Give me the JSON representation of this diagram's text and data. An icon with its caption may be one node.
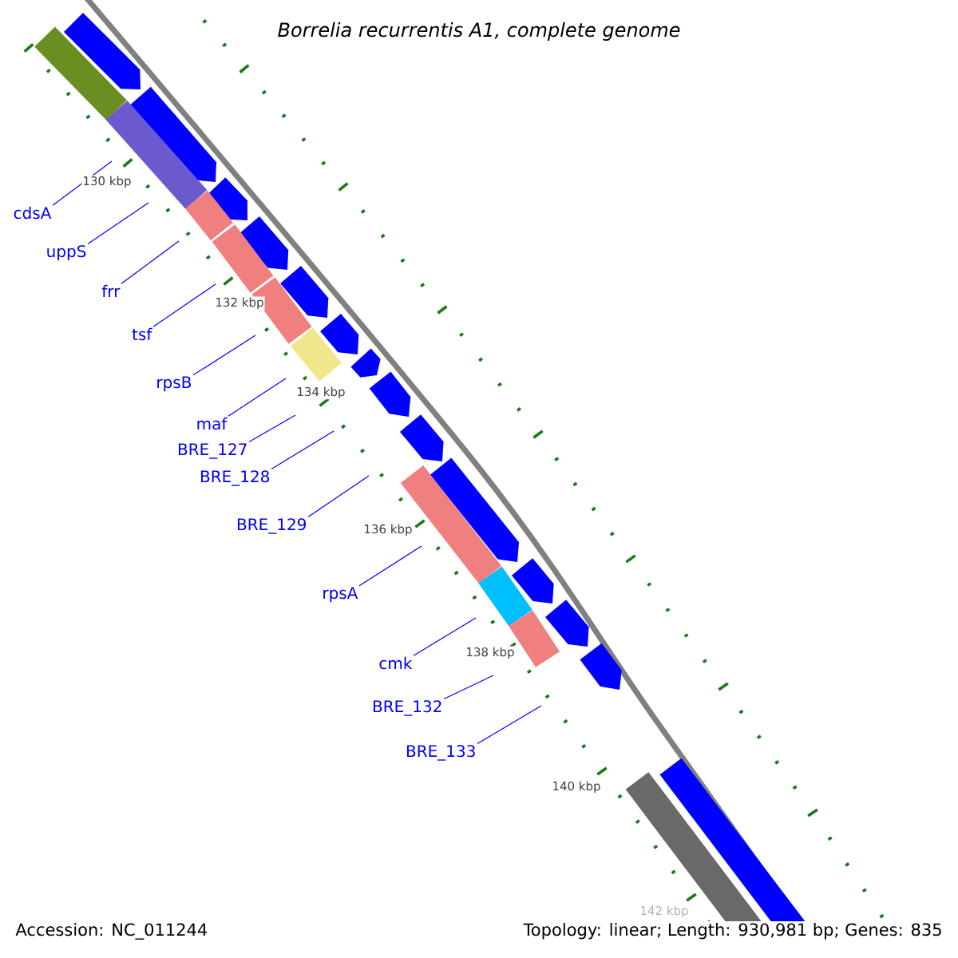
{
  "diagram": {
    "title": "*Borrelia recurrentis A1, complete genome*",
    "nodes": [
      {
        "text": [
          "cdsA"
        ]
      },
      {
        "text": [
          "uppS"
        ]
      },
      {
        "text": [
          "frr"
        ]
      },
      {
        "text": [
          "tsf"
        ]
      },
      {
        "text": [
          "rpsB"
        ]
      },
      {
        "text": [
          "maf"
        ]
      },
      {
        "text": [
          "BRE_127"
        ]
      },
      {
        "text": [
          "BRE_128"
        ]
      },
      {
        "text": [
          "BRE_129"
        ]
      },
      {
        "text": [
          "rpsA"
        ]
      },
      {
        "text": [
          "cmk"
        ]
      },
      {
        "text": [
          "BRE_132"
        ]
      },
      {
        "text": [
          "BRE_133"
        ]
      }
    ],
    "edges": [
      {
        "from": 0,
        "to": null,
        "arrow": "none"
      },
      {
        "from": 1,
        "to": null,
        "arrow": "none"
      },
      {
        "from": 2,
        "to": null,
        "arrow": "none"
      },
      {
        "from": 3,
        "to": null,
        "arrow": "none"
      },
      {
        "from": 4,
        "to": null,
        "arrow": "none"
      },
      {
        "from": 5,
        "to": null,
        "arrow": "none"
      },
      {
        "from": 6,
        "to": null,
        "arrow": "none"
      },
      {
        "from": 7,
        "to": null,
        "arrow": "none"
      },
      {
        "from": 8,
        "to": null,
        "arrow": "none"
      },
      {
        "from": 9,
        "to": null,
        "arrow": "none"
      },
      {
        "from": 10,
        "to": null,
        "arrow": "none"
      },
      {
        "from": 11,
        "to": null,
        "arrow": "none"
      },
      {
        "from": 12,
        "to": null,
        "arrow": "none"
      }
    ],
    "labels": [
      "130 kbp",
      "132 kbp",
      "134 kbp",
      "136 kbp",
      "138 kbp",
      "140 kbp",
      "142 kbp",
      "Accession: NC_011244",
      "Topology: linear; Length: 930,981 bp; Genes: 835"
    ]
  }
}
